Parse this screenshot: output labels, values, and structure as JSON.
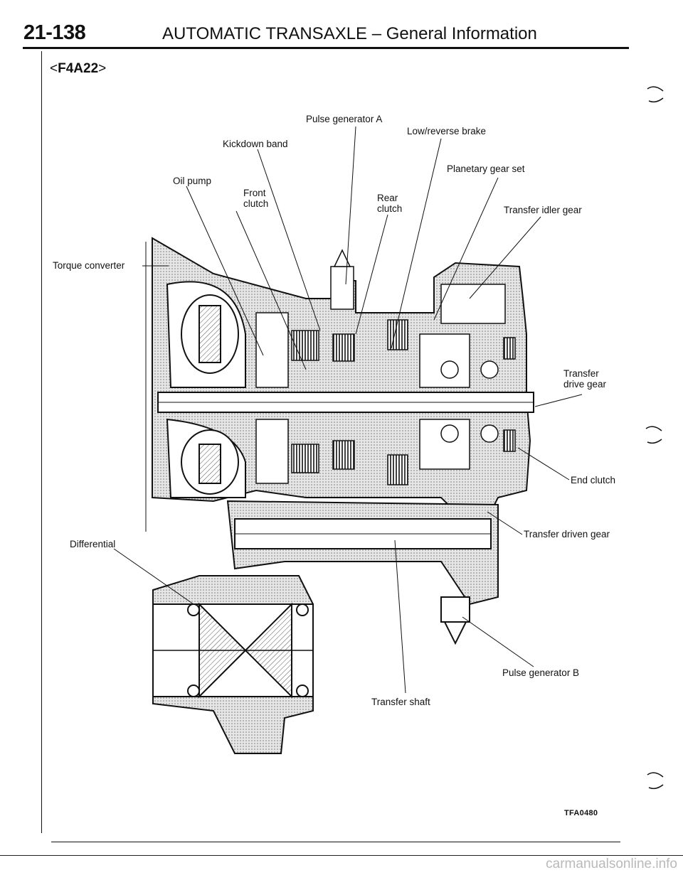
{
  "header": {
    "page_number": "21-138",
    "title": "AUTOMATIC TRANSAXLE – General Information"
  },
  "model_code": {
    "open": "<",
    "code": "F4A22",
    "close": ">"
  },
  "labels": {
    "pulse_generator_a": "Pulse generator A",
    "low_reverse_brake": "Low/reverse brake",
    "kickdown_band": "Kickdown band",
    "planetary_gear_set": "Planetary gear set",
    "oil_pump": "Oil pump",
    "front_clutch_1": "Front",
    "front_clutch_2": "clutch",
    "rear_clutch_1": "Rear",
    "rear_clutch_2": "clutch",
    "transfer_idler_gear": "Transfer idler gear",
    "torque_converter": "Torque converter",
    "transfer_drive_gear_1": "Transfer",
    "transfer_drive_gear_2": "drive gear",
    "end_clutch": "End clutch",
    "transfer_driven_gear": "Transfer driven gear",
    "differential": "Differential",
    "pulse_generator_b": "Pulse generator B",
    "transfer_shaft": "Transfer shaft"
  },
  "figure_code": "TFA0480",
  "watermark": "carmanualsonline.info"
}
